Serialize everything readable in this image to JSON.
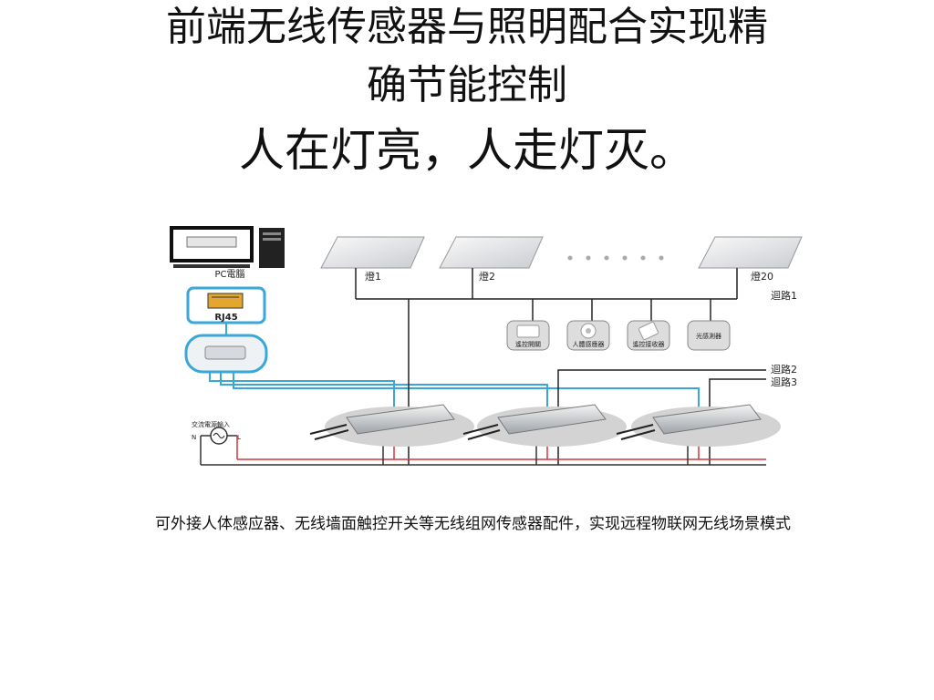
{
  "slide": {
    "title_line1": "前端无线传感器与照明配合实现精",
    "title_line2": "确节能控制",
    "title_line3": "人在灯亮，人走灯灭。",
    "caption": "可外接人体感应器、无线墙面触控开关等无线组网传感器配件，实现远程物联网无线场景模式"
  },
  "diagram": {
    "pc_label": "PC電腦",
    "rj45_label": "RJ45",
    "lamps": [
      "燈1",
      "燈2",
      "燈20"
    ],
    "circuits": [
      "迴路1",
      "迴路2",
      "迴路3"
    ],
    "sensors": [
      "遙控開關",
      "人體感應器",
      "遙控接收器",
      "光感測器"
    ],
    "power_label": "交流電源輸入",
    "power_n": "N",
    "power_l": "L"
  }
}
